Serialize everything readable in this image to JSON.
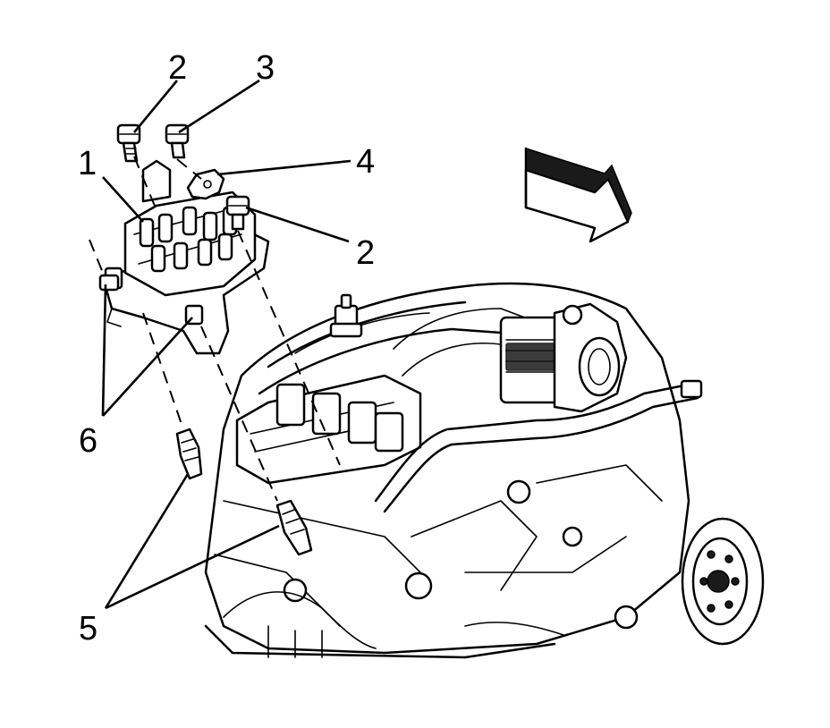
{
  "callouts": {
    "c1": "1",
    "c2a": "2",
    "c2b": "2",
    "c3": "3",
    "c4": "4",
    "c5": "5",
    "c6": "6"
  },
  "icons": {
    "view_arrow": "view-direction-arrow-icon"
  },
  "colors": {
    "line": "#000000",
    "background": "#ffffff"
  }
}
